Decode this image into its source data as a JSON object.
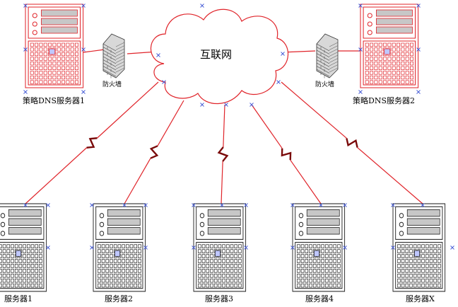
{
  "diagram": {
    "cloud_label": "互联网",
    "firewall_left_label": "防火墙",
    "firewall_right_label": "防火墙",
    "dns_left_label": "策略DNS服务器1",
    "dns_right_label": "策略DNS服务器2",
    "servers": [
      {
        "label": "服务器1"
      },
      {
        "label": "服务器2"
      },
      {
        "label": "服务器3"
      },
      {
        "label": "服务器4"
      },
      {
        "label": "服务器X"
      }
    ],
    "colors": {
      "server_red": "#e0242a",
      "server_black": "#222222",
      "link_red": "#e0242a",
      "lightning_dark": "#7a0a0a",
      "wall_gray": "#9a9a9a",
      "marker_blue": "#4a5fd6"
    }
  }
}
